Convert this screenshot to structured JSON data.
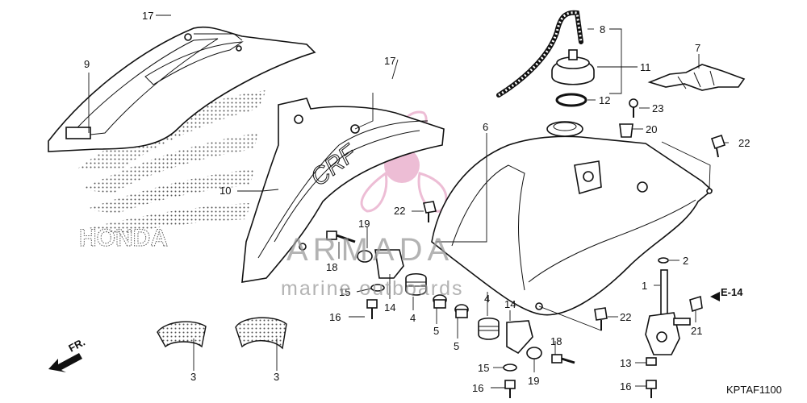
{
  "diagram": {
    "code": "KPTAF1100",
    "section_ref": "E-14",
    "direction_label": "FR.",
    "emblem_text": "HONDA"
  },
  "watermark": {
    "brand": "ARMADA",
    "tagline": "marine outboards"
  },
  "callouts": [
    "17",
    "9",
    "17",
    "10",
    "19",
    "18",
    "15",
    "16",
    "14",
    "4",
    "5",
    "5",
    "4",
    "14",
    "22",
    "6",
    "8",
    "11",
    "12",
    "7",
    "23",
    "20",
    "22",
    "2",
    "1",
    "E-14",
    "22",
    "21",
    "13",
    "16",
    "18",
    "19",
    "15",
    "16",
    "3",
    "3"
  ],
  "colors": {
    "line": "#111111",
    "watermark_text": "#9a9a9a",
    "watermark_logo": "#e7a8c8"
  }
}
